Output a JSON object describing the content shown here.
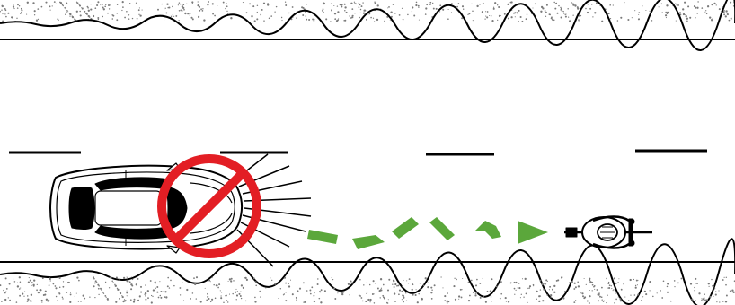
{
  "diagram": {
    "background_color": "#ffffff",
    "line_color": "#000000",
    "gravel_color": "#7a7a7a",
    "prohibition_color": "#e31e24",
    "path_color": "#5ba73b",
    "icons": {
      "car": "car-top-view-icon",
      "prohibition": "no-symbol-icon",
      "headlight": "headlight-beam-icon",
      "path": "dashed-weaving-arrow-icon",
      "cyclist": "cyclist-top-view-icon"
    },
    "layers": {
      "roadside": "gravel-shoulder",
      "lane": "lane-markings",
      "vehicle": "car",
      "rule": "no-headlights-glare",
      "route": "weaving-path",
      "rider": "bicyclist"
    }
  }
}
